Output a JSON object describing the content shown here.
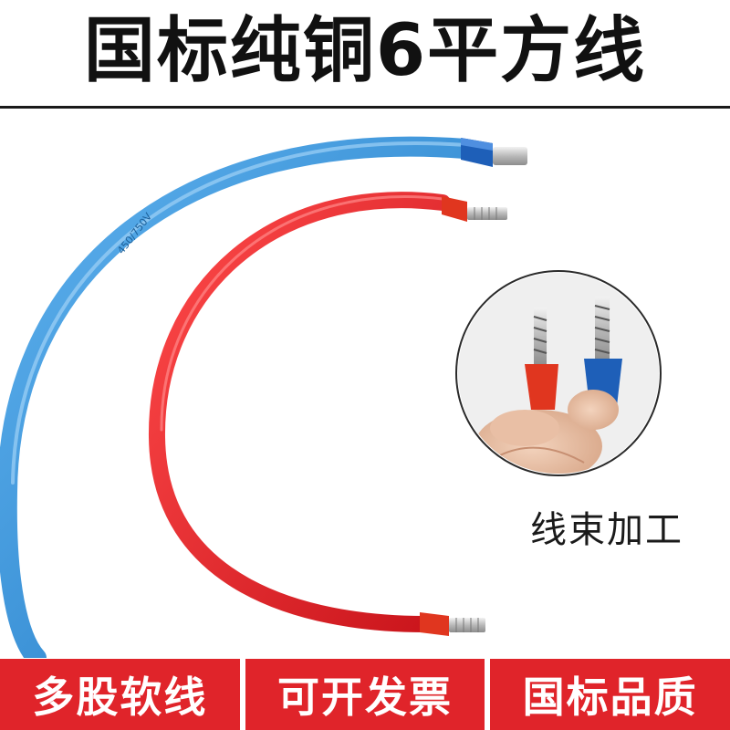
{
  "title": "国标纯铜6平方线",
  "inset_caption": "线束加工",
  "cable_print": "450/750V",
  "footer": {
    "badges": [
      {
        "label": "多股软线"
      },
      {
        "label": "可开发票"
      },
      {
        "label": "国标品质"
      }
    ]
  },
  "colors": {
    "brand_red": "#e0242a",
    "wire_blue": "#2f8fd8",
    "wire_red": "#e3252b",
    "ferrule_blue": "#1e5fb8",
    "ferrule_red": "#e0361f",
    "title_text": "#111111"
  },
  "icons": {
    "product": "cable-with-ferrules-icon",
    "inset": "crimped-ferrules-closeup-icon"
  }
}
